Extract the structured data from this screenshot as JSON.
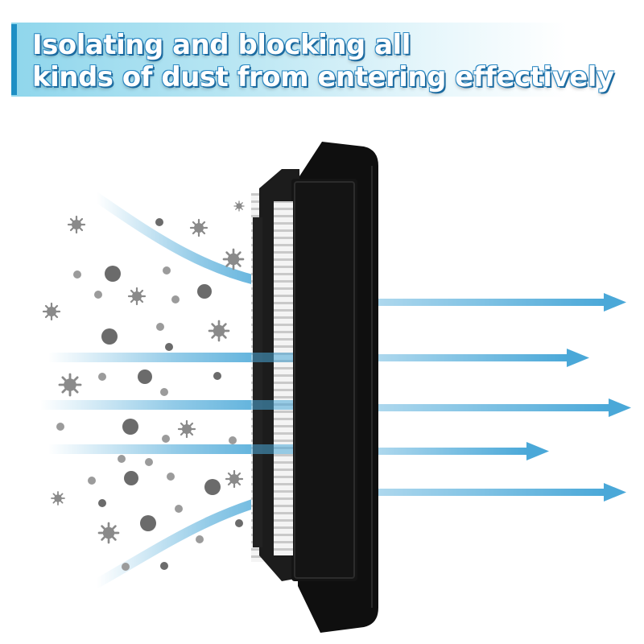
{
  "headline": {
    "line1": "Isolating and blocking all",
    "line2": "kinds of dust from entering effectively"
  },
  "colors": {
    "banner": "#8fd6ec",
    "accent_bar": "#1e8fc4",
    "flow_arrow": "#4aa8d8",
    "dust": "#6b6b6b",
    "filter_frame": "#111111",
    "filter_media": "#f2f2f2"
  },
  "icons": [
    "dust-particle-icon",
    "germ-icon",
    "airflow-arrow-icon"
  ],
  "flow": {
    "incoming_streams": 5,
    "outgoing_arrows": 5
  }
}
